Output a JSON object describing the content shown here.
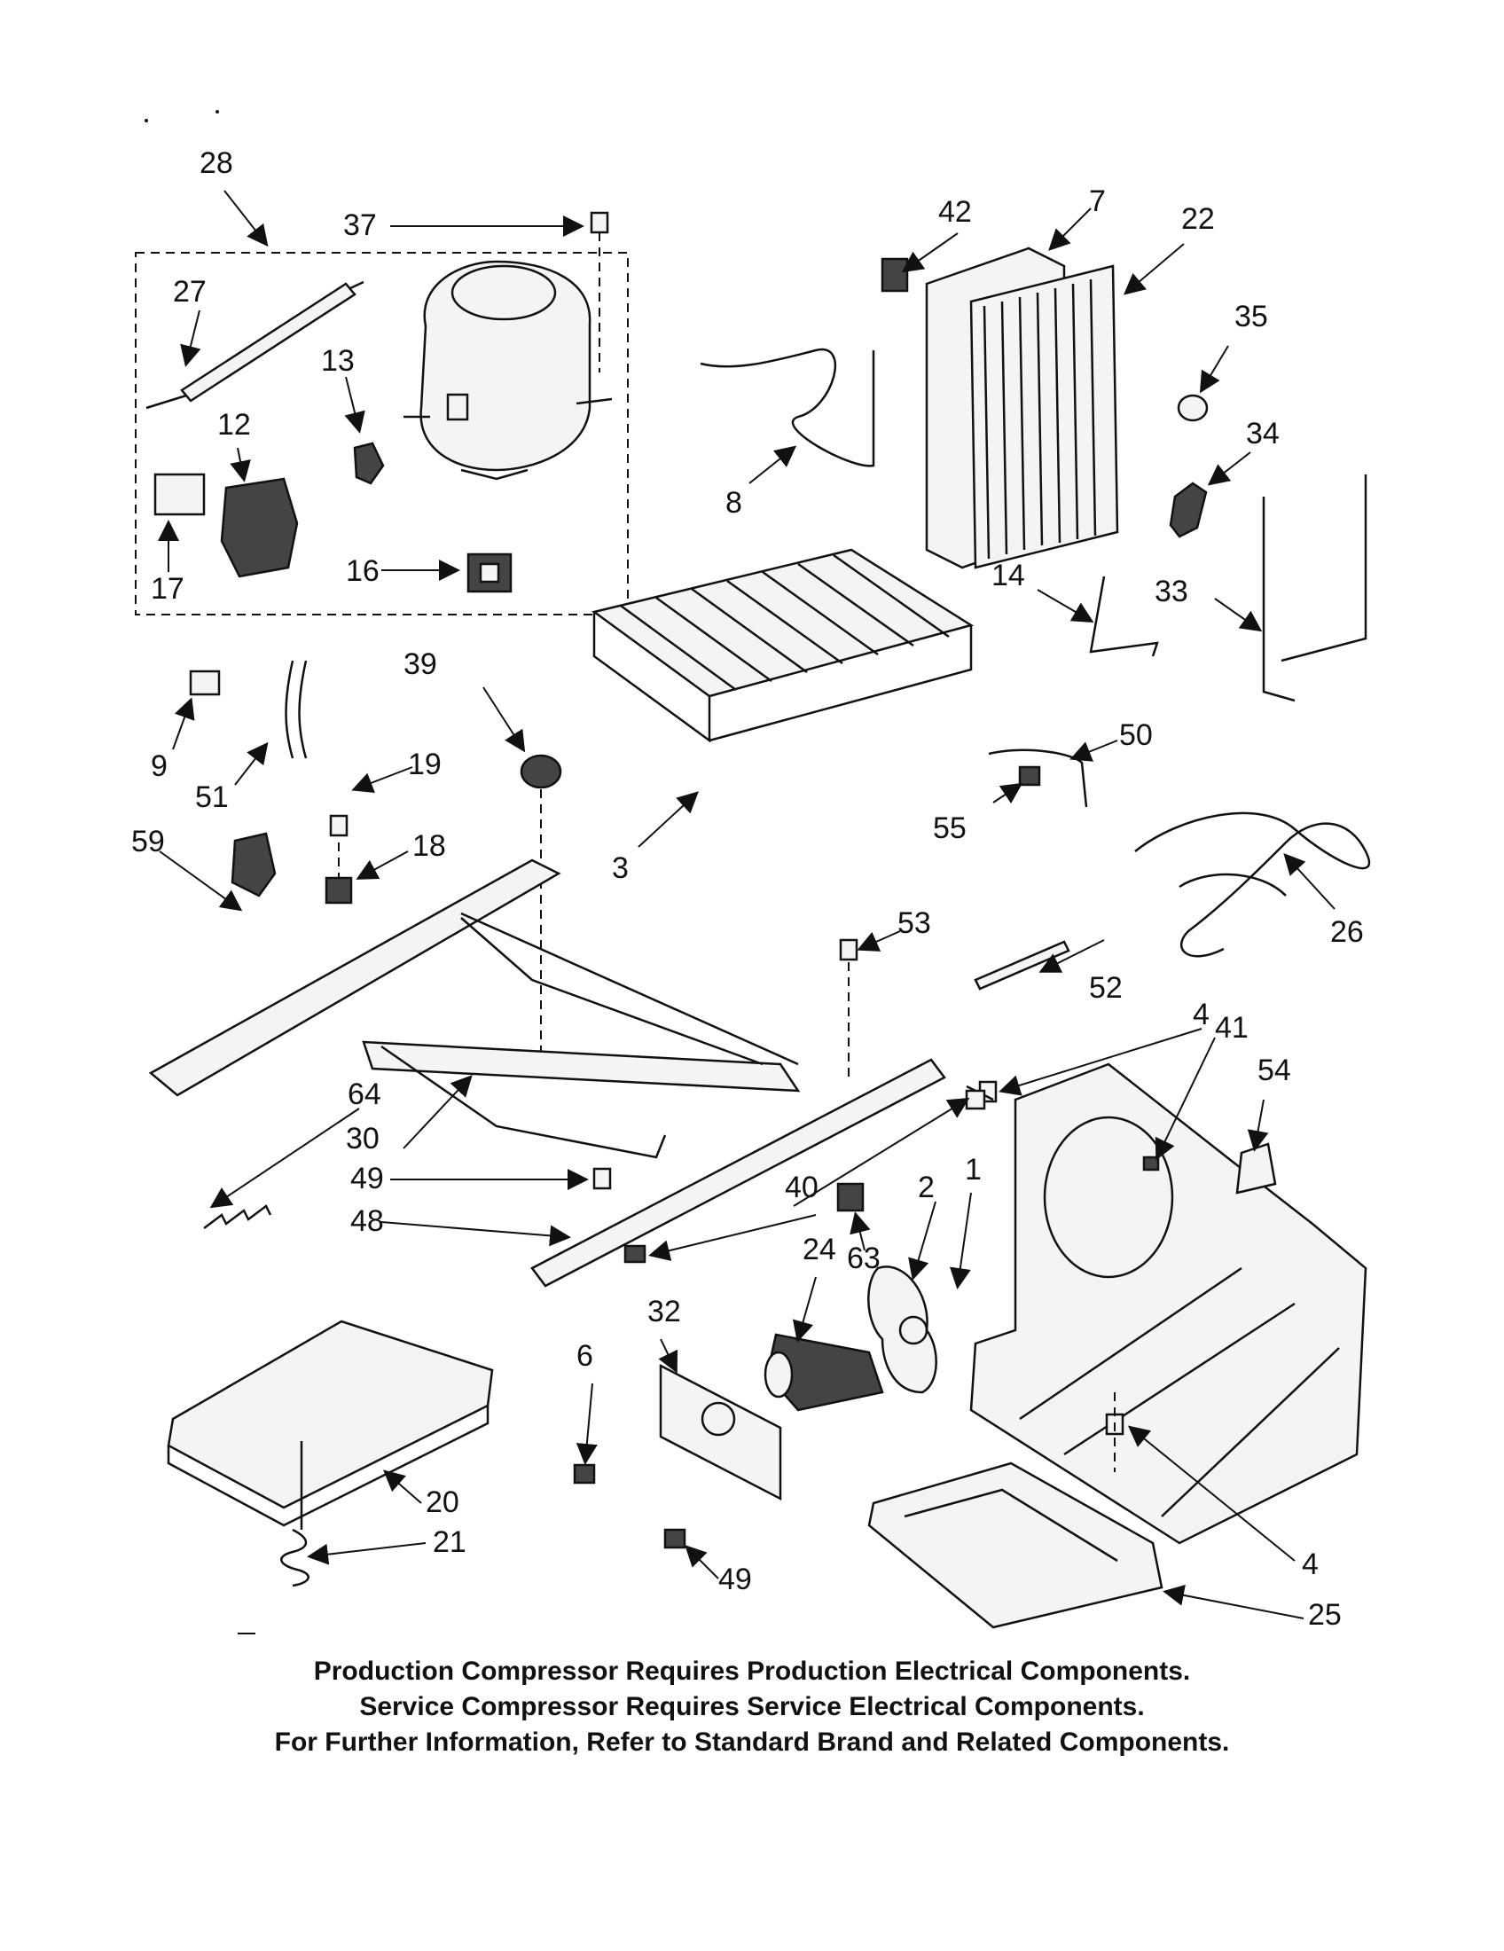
{
  "callouts": [
    {
      "id": "c28",
      "label": "28"
    },
    {
      "id": "c37",
      "label": "37"
    },
    {
      "id": "c27",
      "label": "27"
    },
    {
      "id": "c13",
      "label": "13"
    },
    {
      "id": "c12",
      "label": "12"
    },
    {
      "id": "c17",
      "label": "17"
    },
    {
      "id": "c16",
      "label": "16"
    },
    {
      "id": "c42",
      "label": "42"
    },
    {
      "id": "c7",
      "label": "7"
    },
    {
      "id": "c22",
      "label": "22"
    },
    {
      "id": "c35",
      "label": "35"
    },
    {
      "id": "c34",
      "label": "34"
    },
    {
      "id": "c8",
      "label": "8"
    },
    {
      "id": "c14",
      "label": "14"
    },
    {
      "id": "c33",
      "label": "33"
    },
    {
      "id": "c39",
      "label": "39"
    },
    {
      "id": "c9",
      "label": "9"
    },
    {
      "id": "c51",
      "label": "51"
    },
    {
      "id": "c19",
      "label": "19"
    },
    {
      "id": "c50",
      "label": "50"
    },
    {
      "id": "c55",
      "label": "55"
    },
    {
      "id": "c59",
      "label": "59"
    },
    {
      "id": "c18",
      "label": "18"
    },
    {
      "id": "c3",
      "label": "3"
    },
    {
      "id": "c26",
      "label": "26"
    },
    {
      "id": "c53",
      "label": "53"
    },
    {
      "id": "c52",
      "label": "52"
    },
    {
      "id": "c4a",
      "label": "4"
    },
    {
      "id": "c41",
      "label": "41"
    },
    {
      "id": "c54",
      "label": "54"
    },
    {
      "id": "c64",
      "label": "64"
    },
    {
      "id": "c30",
      "label": "30"
    },
    {
      "id": "c49a",
      "label": "49"
    },
    {
      "id": "c40",
      "label": "40"
    },
    {
      "id": "c2",
      "label": "2"
    },
    {
      "id": "c1",
      "label": "1"
    },
    {
      "id": "c48",
      "label": "48"
    },
    {
      "id": "c24",
      "label": "24"
    },
    {
      "id": "c63",
      "label": "63"
    },
    {
      "id": "c32",
      "label": "32"
    },
    {
      "id": "c6",
      "label": "6"
    },
    {
      "id": "c20",
      "label": "20"
    },
    {
      "id": "c21",
      "label": "21"
    },
    {
      "id": "c4b",
      "label": "4"
    },
    {
      "id": "c49b",
      "label": "49"
    },
    {
      "id": "c25",
      "label": "25"
    }
  ],
  "notes": [
    "Production Compressor Requires Production Electrical Components.",
    "Service Compressor Requires Service Electrical Components.",
    "For Further Information, Refer to Standard Brand and Related Components."
  ]
}
